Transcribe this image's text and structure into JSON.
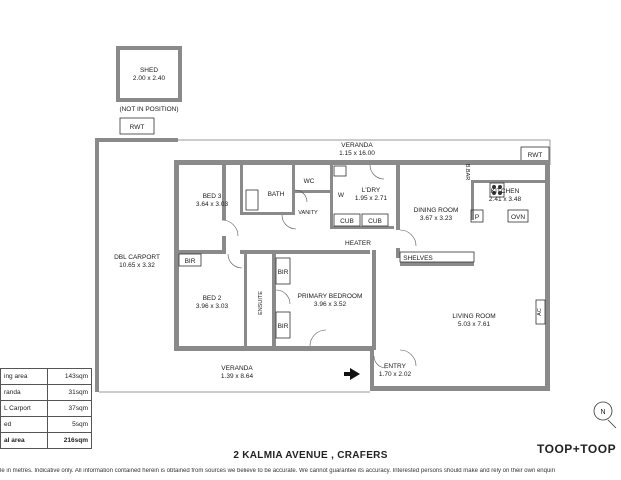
{
  "rooms": {
    "shed": {
      "name": "SHED",
      "dims": "2.00 x 2.40",
      "note": "(NOT IN POSITION)"
    },
    "rwt_top": "RWT",
    "rwt_right": "RWT",
    "veranda_top": {
      "name": "VERANDA",
      "dims": "1.15 x 16.00"
    },
    "carport": {
      "name": "DBL CARPORT",
      "dims": "10.65 x 3.32"
    },
    "bed3": {
      "name": "BED 3",
      "dims": "3.64 x 3.03"
    },
    "bath": "BATH",
    "wc": "WC",
    "w": "W",
    "vanity": "VANITY",
    "ldry": {
      "name": "L'DRY",
      "dims": "1.95 x 2.71"
    },
    "cub1": "CUB",
    "cub2": "CUB",
    "dining": {
      "name": "DINING ROOM",
      "dims": "3.67 x 3.23"
    },
    "kitchen": {
      "name": "KITCHEN",
      "dims": "2.41 x 3.48"
    },
    "bar": "B.BAR",
    "p": "P",
    "ovn": "OVN",
    "heater": "HEATER",
    "shelves": "SHELVES",
    "bir1": "BIR",
    "bir2": "BIR",
    "bir3": "BIR",
    "ensuite": "ENSUITE",
    "bed2": {
      "name": "BED 2",
      "dims": "3.96 x 3.03"
    },
    "primary": {
      "name": "PRIMARY BEDROOM",
      "dims": "3.96 x 3.52"
    },
    "living": {
      "name": "LIVING ROOM",
      "dims": "5.03 x 7.61"
    },
    "ac": "AC",
    "veranda_bottom": {
      "name": "VERANDA",
      "dims": "1.39 x 8.64"
    },
    "entry": {
      "name": "ENTRY",
      "dims": "1.70 x 2.02"
    }
  },
  "areas": [
    {
      "label": "ing area",
      "value": "143sqm"
    },
    {
      "label": "randa",
      "value": "31sqm"
    },
    {
      "label": "L Carport",
      "value": "37sqm"
    },
    {
      "label": "ed",
      "value": "5sqm"
    },
    {
      "label": "al area",
      "value": "216sqm"
    }
  ],
  "address": "2 KALMIA AVENUE , CRAFERS",
  "brand": "TOOP+TOOP",
  "compass": "N",
  "disclaimer": "le in metres. Indicative only. All information contained herein is obtained from sources we believe to be accurate. We cannot guarantee its accuracy. Interested persons should make and rely on their own enquiri"
}
